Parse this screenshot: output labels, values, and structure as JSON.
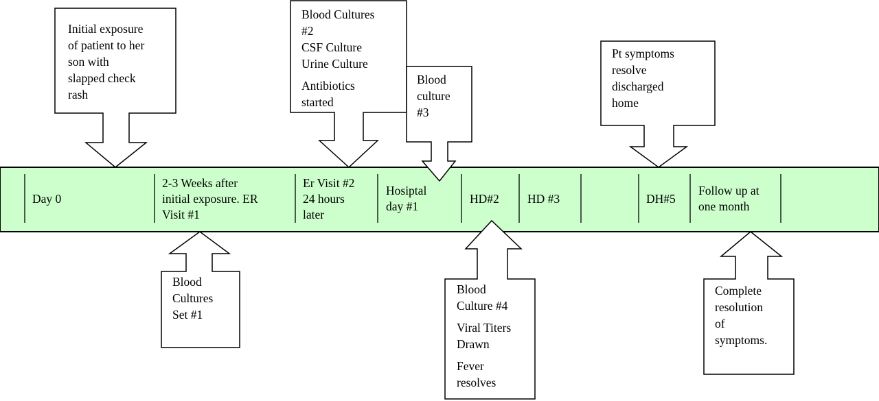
{
  "timeline": {
    "band_color": "#ccffcc",
    "segments": [
      {
        "lines": [
          "Day 0"
        ]
      },
      {
        "lines": [
          "2-3 Weeks after",
          "initial exposure.  ER",
          "Visit #1"
        ]
      },
      {
        "lines": [
          "Er Visit #2",
          "24 hours",
          "later"
        ]
      },
      {
        "lines": [
          "Hosiptal",
          "day #1"
        ]
      },
      {
        "lines": [
          "HD#2"
        ]
      },
      {
        "lines": [
          "HD #3"
        ]
      },
      {
        "lines": [
          ""
        ]
      },
      {
        "lines": [
          "DH#5"
        ]
      },
      {
        "lines": [
          "Follow up at",
          "one month"
        ]
      }
    ]
  },
  "callouts": {
    "exposure": {
      "lines": [
        "Initial exposure",
        "of patient to her",
        "son with",
        "slapped check",
        "rash"
      ]
    },
    "er2": {
      "groups": [
        [
          "Blood Cultures",
          "#2",
          "CSF Culture",
          "Urine Culture"
        ],
        [
          "Antibiotics",
          "started"
        ]
      ]
    },
    "culture3": {
      "lines": [
        "Blood",
        "culture",
        "#3"
      ]
    },
    "discharge": {
      "lines": [
        "Pt symptoms",
        "resolve",
        "discharged",
        "home"
      ]
    },
    "set1": {
      "lines": [
        "Blood",
        "Cultures",
        "Set #1"
      ]
    },
    "culture4": {
      "groups": [
        [
          "Blood",
          "Culture #4"
        ],
        [
          "Viral Titers",
          "Drawn"
        ],
        [
          "Fever",
          "resolves"
        ]
      ]
    },
    "resolution": {
      "lines": [
        "Complete",
        "resolution",
        "of",
        "symptoms."
      ]
    }
  }
}
